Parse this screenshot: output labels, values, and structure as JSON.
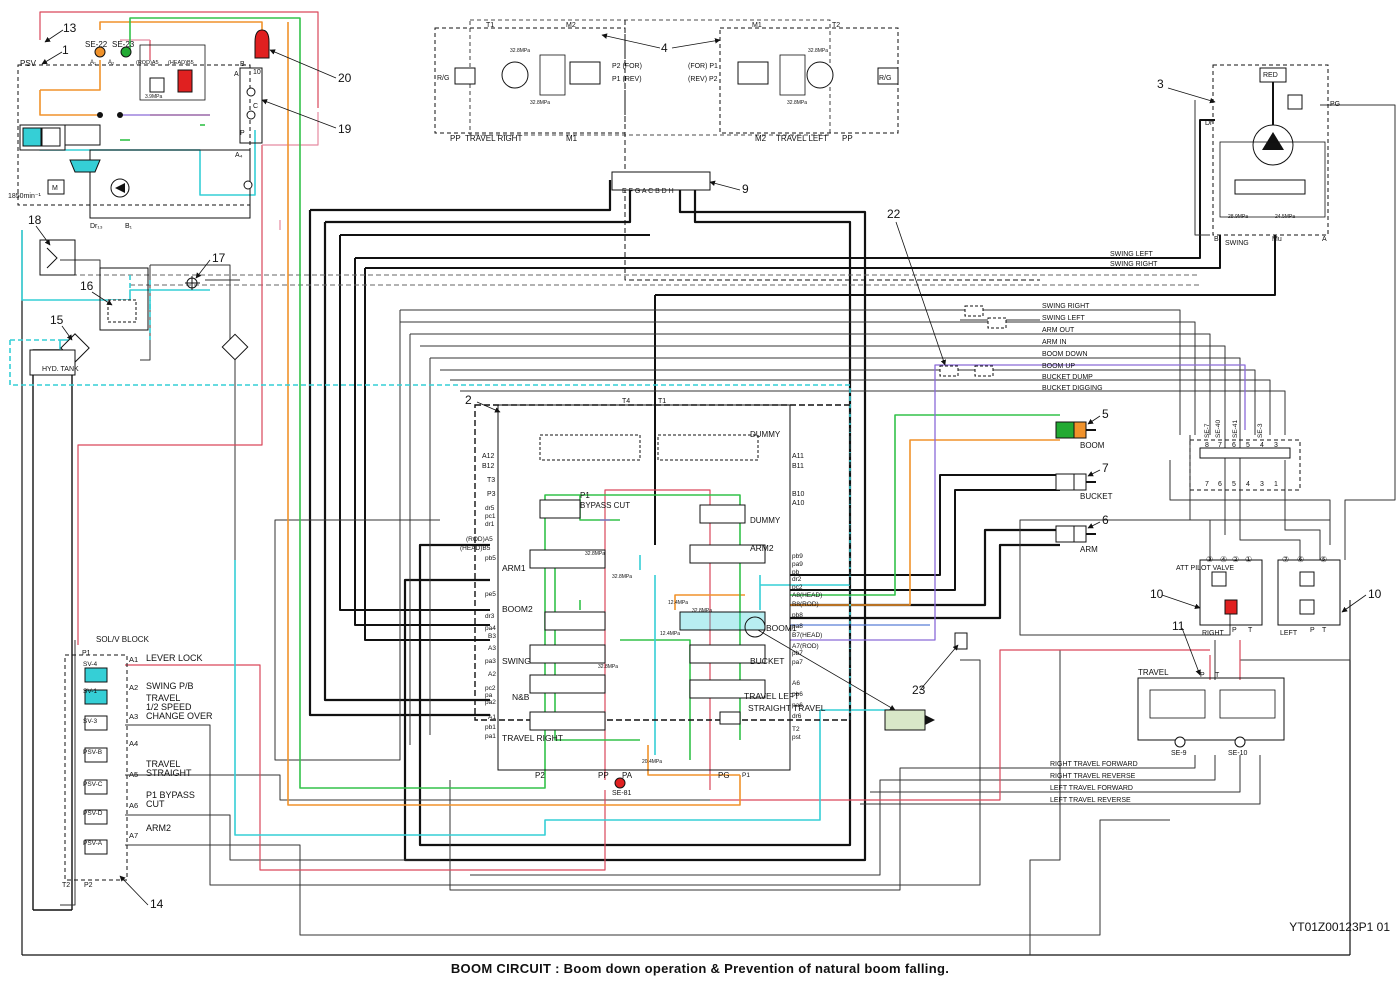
{
  "caption": "BOOM CIRCUIT : Boom down operation & Prevention of natural boom falling.",
  "document_id": "YT01Z00123P1  01",
  "colors": {
    "black": "#111111",
    "gray": "#555555",
    "red": "#d9475a",
    "pink": "#e58aa0",
    "orange": "#f0922b",
    "green": "#33c24a",
    "cyan": "#35cfd6",
    "purple": "#8a6ad8",
    "blue": "#5b7fd6",
    "component_red": "#e02020",
    "component_green": "#22aa33"
  },
  "callouts": [
    "13",
    "1",
    "20",
    "19",
    "4",
    "3",
    "9",
    "18",
    "17",
    "16",
    "15",
    "22",
    "2",
    "5",
    "7",
    "6",
    "10",
    "10",
    "11",
    "23",
    "14"
  ],
  "pump": {
    "psv": "PSV",
    "se22": "SE-22",
    "se23": "SE-23",
    "a1": "A₁",
    "b1": "B₁",
    "a2": "A₂",
    "b2": "B₂",
    "rod_a": "(ROD)A5",
    "head_b": "(HEAD)B5",
    "rpm": "1850min⁻¹",
    "m": "M",
    "dr": "Dr₁₃",
    "b1b": "B₁",
    "a4": "A₄",
    "small_pressure": "3.9MPa",
    "a": "A",
    "b": "B",
    "c": "C",
    "p": "P",
    "num10": "10"
  },
  "travel_motors": {
    "t1": "T1",
    "t2": "T2",
    "m2": "M2",
    "m1": "M1",
    "p2_for": "P2    (FOR)",
    "p1_rev": "P1    (REV)",
    "for_p1": "(FOR)  P1",
    "rev_p2": "(REV)  P2",
    "rg": "R/G",
    "right_label": "TRAVEL RIGHT",
    "left_label": "TRAVEL LEFT",
    "pp": "PP",
    "m1b": "M1",
    "m2b": "M2",
    "pressure": "32.8MPa"
  },
  "swivel": {
    "ports": "E  F G A C B D H"
  },
  "swing_motor": {
    "red": "RED",
    "pg": "PG",
    "dr": "Dr",
    "b": "B",
    "a": "A",
    "mu": "Mu",
    "label": "SWING",
    "pressure_l": "28.9MPa",
    "pressure_r": "24.5MPa"
  },
  "tank": {
    "label": "HYD. TANK"
  },
  "pilot_lines": [
    "SWING LEFT",
    "SWING RIGHT",
    "SWING RIGHT",
    "SWING LEFT",
    "ARM OUT",
    "ARM IN",
    "BOOM DOWN",
    "BOOM UP",
    "BUCKET DUMP",
    "BUCKET DIGGING"
  ],
  "control_valve": {
    "t4": "T4",
    "t1": "T1",
    "dummy": "DUMMY",
    "dummy2": "DUMMY",
    "a12": "A12",
    "b12": "B12",
    "t3": "T3",
    "p3": "P3",
    "a11": "A11",
    "b11": "B11",
    "b10": "B10",
    "a10": "A10",
    "p1_bypass": "P1",
    "bypass_cut": "BYPASS CUT",
    "left_ports": [
      "dr5",
      "pc1",
      "dr1",
      "(ROD)A5",
      "(HEAD)B5",
      "pb5",
      "pe5",
      "dr3",
      "pa4",
      "B3",
      "A3",
      "pa3",
      "A2",
      "pc2",
      "pa",
      "pa2",
      "A1",
      "pb1",
      "pa1"
    ],
    "right_ports": [
      "pb9",
      "pa9",
      "pb",
      "dr2",
      "pc2",
      "A8(HEAD)",
      "B8(ROD)",
      "pb8",
      "pa8",
      "B7(HEAD)",
      "A7(ROD)",
      "pb7",
      "pa7",
      "A6",
      "pb6",
      "pa6",
      "dr6",
      "pst",
      "T2",
      "P1"
    ],
    "sections_left": [
      "ARM1",
      "BOOM2",
      "SWING",
      "N&B",
      "TRAVEL RIGHT"
    ],
    "sections_right": [
      "ARM2",
      "BOOM1",
      "BUCKET",
      "TRAVEL LEFT",
      "STRAIGHT TRAVEL"
    ],
    "bottom": [
      "P2",
      "PP",
      "PA",
      "PG",
      "P1"
    ],
    "se81": "SE-81",
    "pressures": [
      "32.8MPa",
      "32.8MPa",
      "12.4MPa",
      "32.8MPa",
      "12.4MPa",
      "32.8MPa",
      "20.4MPa"
    ]
  },
  "cylinders": {
    "boom": "BOOM",
    "bucket": "BUCKET",
    "arm": "ARM"
  },
  "att_pilot": {
    "sensors": [
      "SE-7",
      "SE-40",
      "SE-41",
      "SE-3"
    ],
    "numbers_top": [
      "8",
      "7",
      "6",
      "5",
      "4",
      "3"
    ],
    "numbers_bottom": [
      "7",
      "6",
      "5",
      "4",
      "3",
      "1"
    ],
    "left_circles": [
      "③",
      "④",
      "②",
      "①"
    ],
    "right_circles": [
      "⑦",
      "⑥",
      "⑤"
    ],
    "label": "ATT PILOT VALVE",
    "right": "RIGHT",
    "left": "LEFT",
    "p": "P",
    "t": "T"
  },
  "travel_pilot": {
    "label": "TRAVEL",
    "p": "P",
    "t": "T",
    "se9": "SE-9",
    "se10": "SE-10",
    "lines": [
      "RIGHT TRAVEL FORWARD",
      "RIGHT TRAVEL REVERSE",
      "LEFT TRAVEL FORWARD",
      "LEFT TRAVEL REVERSE"
    ]
  },
  "sol_block": {
    "title": "SOL/V BLOCK",
    "p1": "P1",
    "t2": "T2",
    "p2": "P2",
    "valves": [
      "SV-4",
      "SV-1",
      "SV-3",
      "PSV-B",
      "PSV-C",
      "PSV-D",
      "PSV-A"
    ],
    "ports": [
      "A1",
      "A2",
      "A3",
      "A4",
      "A5",
      "A6",
      "A7"
    ],
    "functions": [
      [
        "LEVER LOCK"
      ],
      [
        "SWING P/B"
      ],
      [
        "TRAVEL",
        "1/2 SPEED",
        "CHANGE OVER"
      ],
      [],
      [
        "TRAVEL",
        "STRAIGHT"
      ],
      [
        "P1 BYPASS",
        "CUT"
      ],
      [
        "ARM2"
      ]
    ]
  }
}
